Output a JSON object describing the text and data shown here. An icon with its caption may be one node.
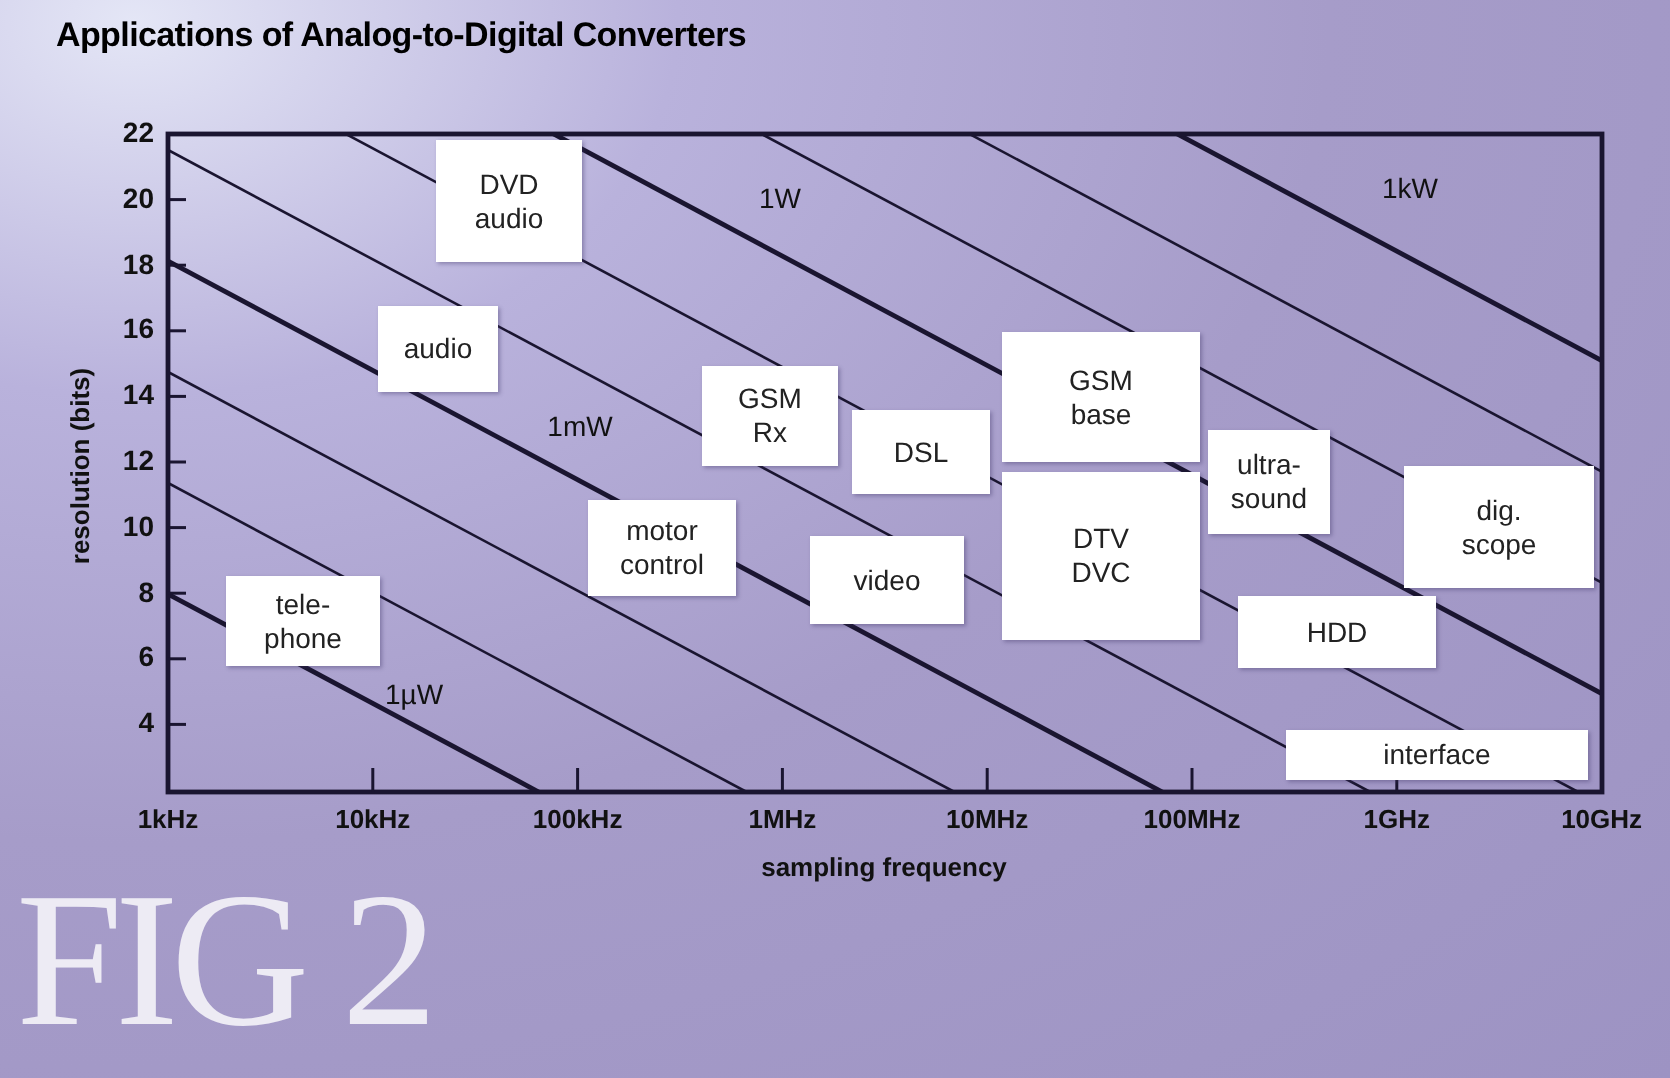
{
  "diagram": {
    "title": "Applications of Analog-to-Digital Converters",
    "nodes": [
      {
        "text": [
          "DVD audio"
        ]
      },
      {
        "text": [
          "audio"
        ]
      },
      {
        "text": [
          "GSM Rx"
        ]
      },
      {
        "text": [
          "DSL"
        ]
      },
      {
        "text": [
          "GSM base"
        ]
      },
      {
        "text": [
          "ultra- sound"
        ]
      },
      {
        "text": [
          "dig. scope"
        ]
      },
      {
        "text": [
          "motor control"
        ]
      },
      {
        "text": [
          "video"
        ]
      },
      {
        "text": [
          "DTV DVC"
        ]
      },
      {
        "text": [
          "tele- phone"
        ]
      },
      {
        "text": [
          "HDD"
        ]
      },
      {
        "text": [
          "interface"
        ]
      }
    ],
    "labels": [
      "22",
      "20",
      "18",
      "16",
      "14",
      "12",
      "10",
      "8",
      "6",
      "4",
      "1kHz",
      "10kHz",
      "100kHz",
      "1MHz",
      "10MHz",
      "100MHz",
      "1GHz",
      "10GHz",
      "sampling frequency",
      "resolution (bits)",
      "1W",
      "1kW",
      "1mW",
      "1µW",
      "FIG 2"
    ]
  }
}
